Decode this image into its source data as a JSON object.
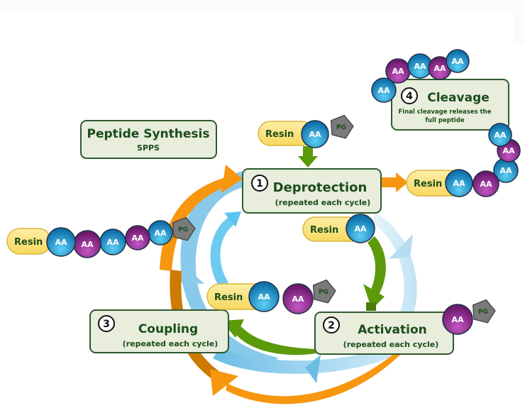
{
  "title_box": {
    "title": "Peptide Synthesis",
    "subtitle": "SPPS"
  },
  "steps": [
    {
      "number": "1",
      "title": "Deprotection",
      "subtitle": "(repeated each cycle)"
    },
    {
      "number": "2",
      "title": "Activation",
      "subtitle": "(repeated each cycle)"
    },
    {
      "number": "3",
      "title": "Coupling",
      "subtitle": "(repeated each cycle)"
    },
    {
      "number": "4",
      "title": "Cleavage",
      "subtitle_line1": "Final cleavage releases the",
      "subtitle_line2": "full peptide"
    }
  ],
  "labels": {
    "resin": "Resin",
    "aa": "AA",
    "pg": "PG"
  },
  "molecules": {
    "top_input": [
      "Resin",
      "AA",
      "PG"
    ],
    "after_deprotection": [
      "Resin",
      "AA"
    ],
    "activated_aa": [
      "AA",
      "PG"
    ],
    "after_coupling": [
      "Resin",
      "AA",
      "AA",
      "PG"
    ],
    "growing_chain": [
      "Resin",
      "AA",
      "AA",
      "AA",
      "AA",
      "AA",
      "PG"
    ],
    "cleavage_chain": [
      "Resin",
      "AA",
      "AA",
      "AA",
      "AA",
      "AA"
    ],
    "released_peptide": [
      "AA",
      "AA",
      "AA",
      "AA",
      "AA"
    ]
  },
  "colors": {
    "box_fill": "#e8eddc",
    "box_stroke": "#2f5a2f",
    "text_green": "#1a4d1a",
    "resin_fill": "#fbe38a",
    "resin_stroke": "#d9b53c",
    "aa_blue": "#1e90c8",
    "aa_purple": "#8e2a8e",
    "pg_gray": "#7a7a7a",
    "arrow_orange": "#f7960f",
    "arrow_orange_dark": "#cc7a00",
    "arrow_blue": "#7cc4e8",
    "arrow_green": "#5b9a0a"
  }
}
